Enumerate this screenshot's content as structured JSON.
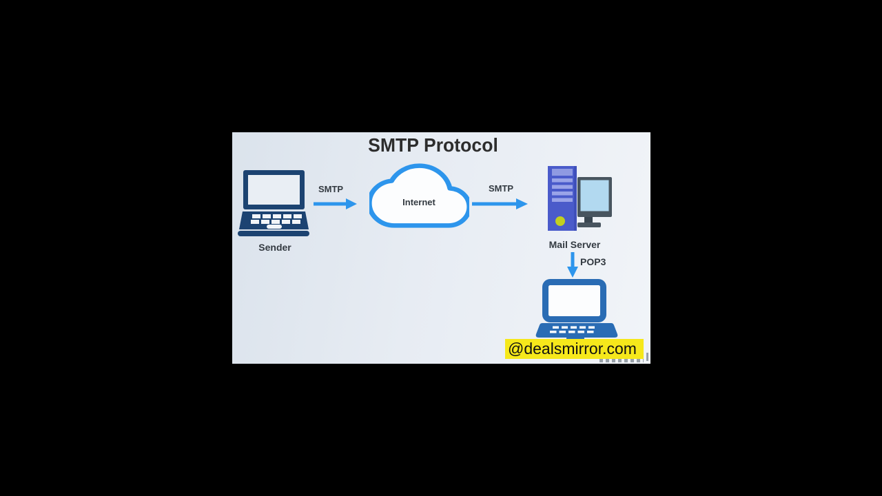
{
  "title": "SMTP Protocol",
  "diagram": {
    "sender_label": "Sender",
    "cloud_label": "Internet",
    "mail_server_label": "Mail Server",
    "edges": [
      {
        "label": "SMTP",
        "from": "sender",
        "to": "internet"
      },
      {
        "label": "SMTP",
        "from": "internet",
        "to": "mail-server"
      },
      {
        "label": "POP3",
        "from": "mail-server",
        "to": "receiver"
      }
    ]
  },
  "watermark": {
    "handle": "@dealsmirror.com"
  },
  "colors": {
    "canvas": "#000000",
    "panel_gradient_start": "#dbe3ec",
    "panel_gradient_end": "#f1f4f8",
    "arrow_blue": "#2d95ec",
    "sender_laptop_navy": "#1c4371",
    "receiver_laptop_blue": "#2a6cb4",
    "server_tower_blue": "#4a5bca",
    "server_slot_lilac": "#9aa4e8",
    "power_button_yellow": "#c2cf1f",
    "monitor_frame_slate": "#48555f",
    "monitor_screen_blue": "#b2d9f0",
    "banner_yellow": "#f6e81b",
    "label_dark": "#333a41",
    "title_dark": "#2d2d2d"
  }
}
